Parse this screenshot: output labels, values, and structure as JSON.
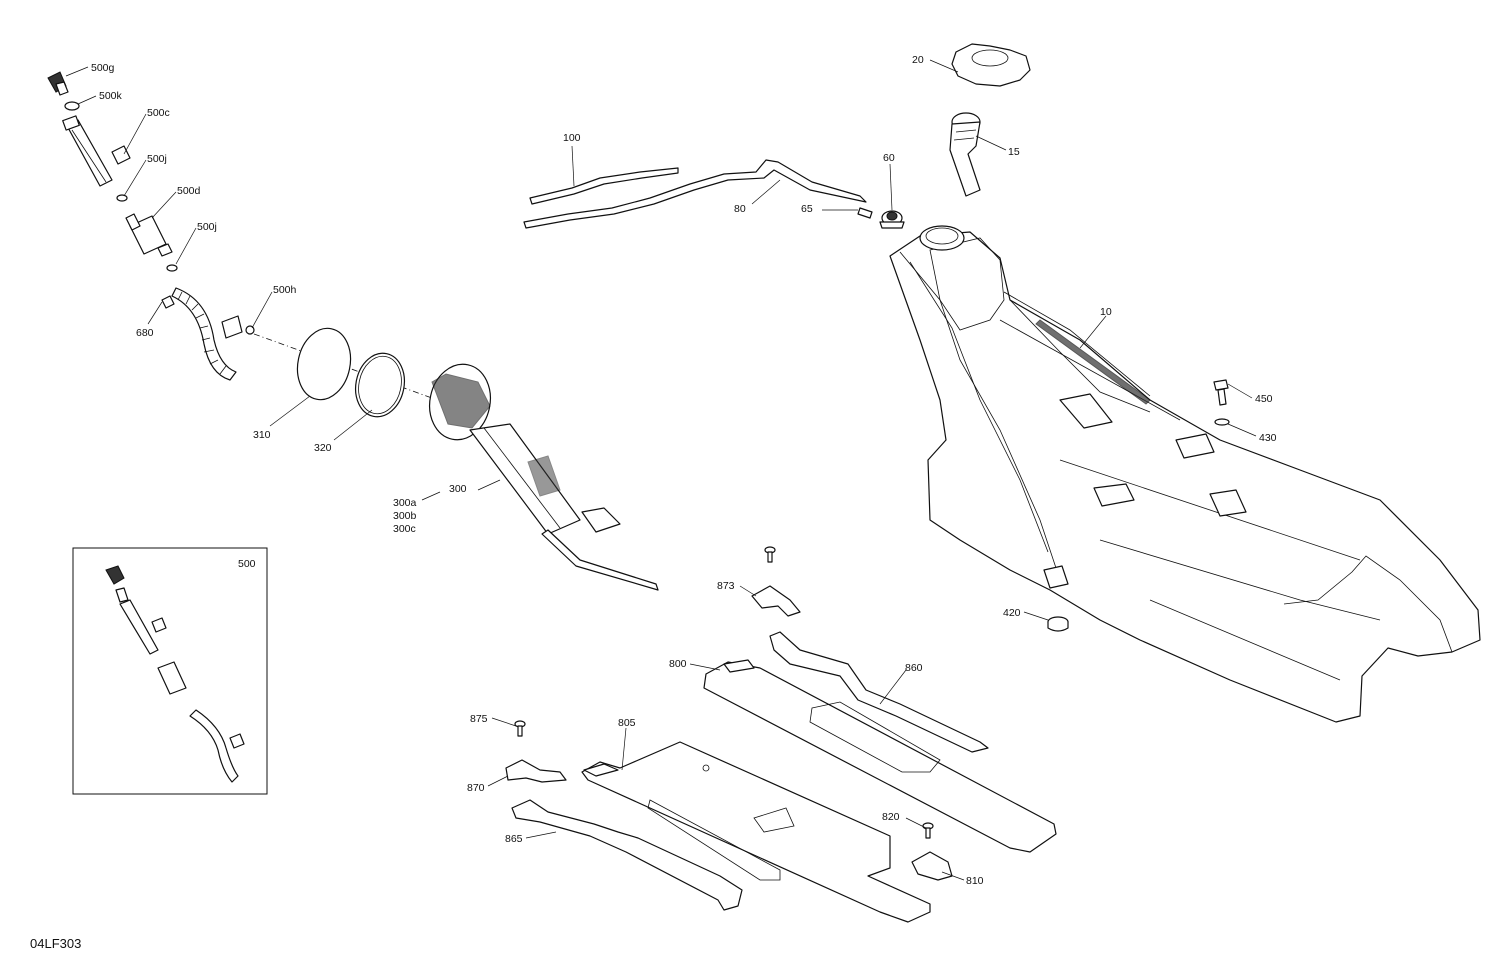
{
  "diagram_code": "04LF303",
  "callouts": {
    "c500g": "500g",
    "c500k": "500k",
    "c500c": "500c",
    "c500j_a": "500j",
    "c500d": "500d",
    "c500j_b": "500j",
    "c500h": "500h",
    "c680": "680",
    "c310": "310",
    "c320": "320",
    "c300": "300",
    "c300a": "300a",
    "c300b": "300b",
    "c300c": "300c",
    "c100": "100",
    "c80": "80",
    "c65": "65",
    "c60": "60",
    "c20": "20",
    "c15": "15",
    "c10": "10",
    "c450": "450",
    "c430": "430",
    "c420": "420",
    "c873": "873",
    "c860": "860",
    "c800": "800",
    "c805": "805",
    "c875": "875",
    "c870": "870",
    "c865": "865",
    "c820": "820",
    "c810": "810",
    "c500_inset": "500"
  }
}
